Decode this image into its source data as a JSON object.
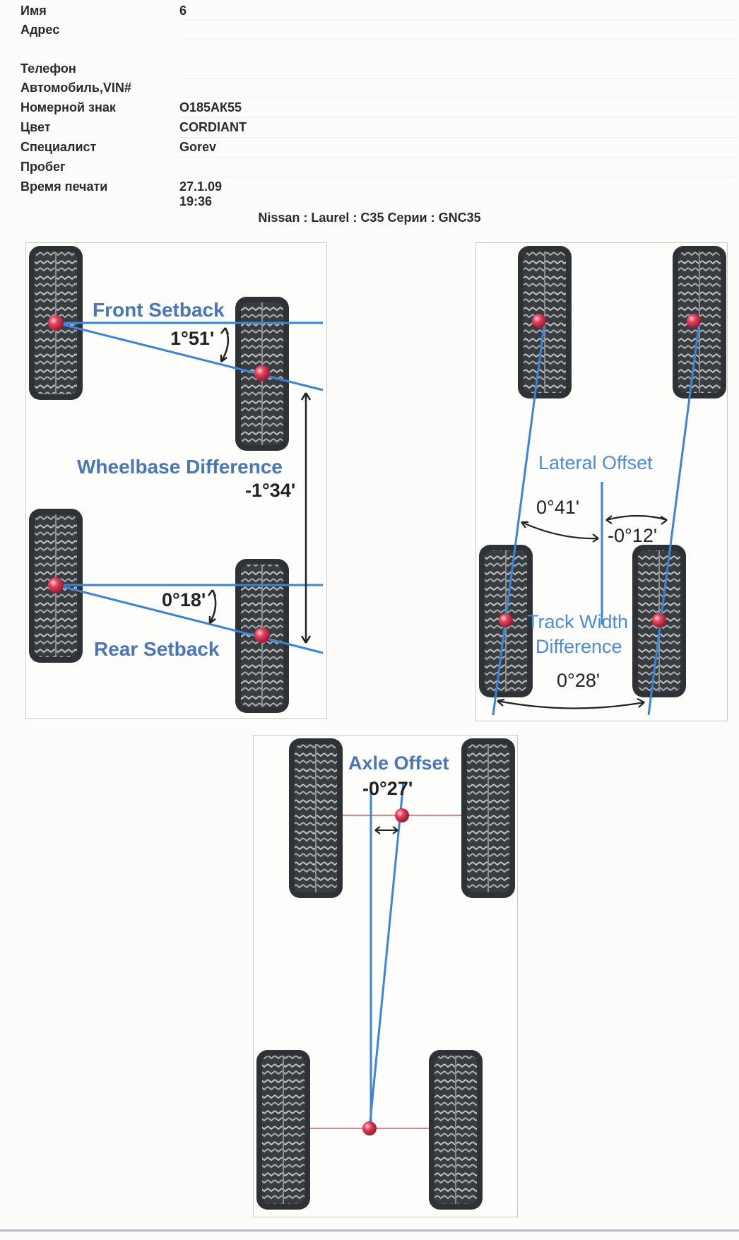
{
  "header": {
    "rows": [
      {
        "label": "Имя",
        "value": "6"
      },
      {
        "label": "Адрес",
        "value": ""
      },
      {
        "label": "Телефон",
        "value": ""
      },
      {
        "label": "Автомобиль,VIN#",
        "value": ""
      },
      {
        "label": "Номерной знак",
        "value": "О185АК55"
      },
      {
        "label": "Цвет",
        "value": "CORDIANT"
      },
      {
        "label": "Специалист",
        "value": "Gorev"
      },
      {
        "label": "Пробег",
        "value": ""
      },
      {
        "label": "Время печати",
        "value": "27.1.09 19:36"
      }
    ]
  },
  "vehicle": {
    "title": "Nissan : Laurel : C35 Серии :  GNC35"
  },
  "setback_panel": {
    "front_label": "Front Setback",
    "front_value": "1°51'",
    "wheelbase_label": "Wheelbase Difference",
    "wheelbase_value": "-1°34'",
    "rear_label": "Rear Setback",
    "rear_value": "0°18'"
  },
  "offset_panel": {
    "lateral_label": "Lateral Offset",
    "left_value": "0°41'",
    "right_value": "-0°12'",
    "track_label_line1": "Track Width",
    "track_label_line2": "Difference",
    "track_value": "0°28'"
  },
  "axle_panel": {
    "label": "Axle Offset",
    "value": "-0°27'"
  },
  "colors": {
    "line_blue": "#3b84d8",
    "label_blue": "#4a76b8",
    "light_blue": "#4c8bd6",
    "red_point": "#d8334a",
    "tyre": "#3a3d40",
    "axle_pink": "#e07f94"
  }
}
